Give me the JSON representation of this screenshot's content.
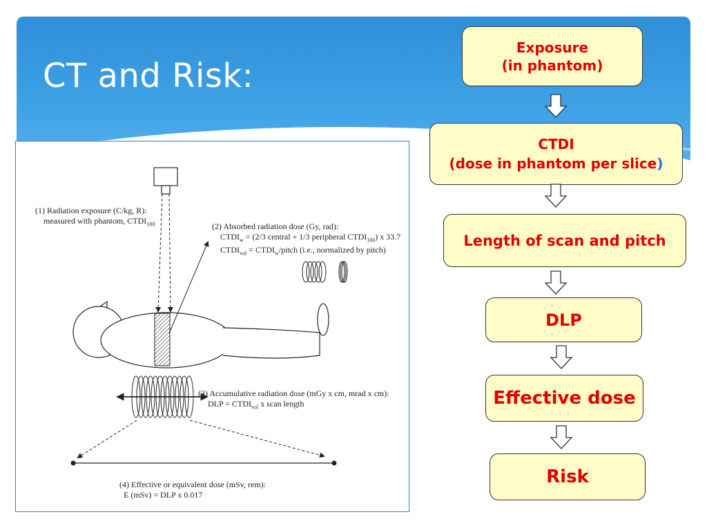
{
  "slide": {
    "title": "CT and Risk:"
  },
  "figure": {
    "label_1_line1": "(1) Radiation exposure  (C/kg, R):",
    "label_1_line2_text": "measured with phantom, CTDI",
    "label_1_line2_sub": "100",
    "label_2_line1": "(2) Absorbed radiation dose  (Gy, rad):",
    "label_2_line2_a": "CTDI",
    "label_2_line2_sub1": "w",
    "label_2_line2_b": " = (2/3 central + 1/3 peripheral CTDI",
    "label_2_line2_sub2": "100",
    "label_2_line2_c": ") x 33.7",
    "label_2_line3_a": "CTDI",
    "label_2_line3_sub1": "vol",
    "label_2_line3_b": " = CTDI",
    "label_2_line3_sub2": "w",
    "label_2_line3_c": "/pitch (i.e., normalized by pitch)",
    "label_3_line1": "(3) Accumulative radiation dose  (mGy x cm, mrad x cm):",
    "label_3_line2_a": "DLP = CTDI",
    "label_3_line2_sub": "vol",
    "label_3_line2_b": " x scan length",
    "label_4_line1": "(4) Effective or equivalent dose  (mSv, rem):",
    "label_4_line2": "E (mSv) = DLP x 0.017"
  },
  "flow": {
    "colors": {
      "box_fill": "#fffcc8",
      "text": "#e00000",
      "paren": "#1f6fd6"
    },
    "steps": [
      {
        "line1": "Exposure",
        "line2": "(in phantom)"
      },
      {
        "line1": "CTDI",
        "line2_open": "(",
        "line2_text": "dose in phantom per slice",
        "line2_close": ")"
      },
      {
        "line1": "Length of scan and pitch"
      },
      {
        "line1": "DLP"
      },
      {
        "line1": "Effective dose"
      },
      {
        "line1": "Risk"
      }
    ]
  }
}
